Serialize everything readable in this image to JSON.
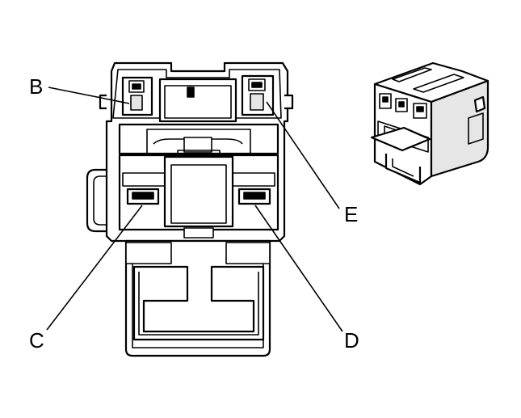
{
  "callouts": {
    "b": "B",
    "c": "C",
    "d": "D",
    "e": "E"
  },
  "colors": {
    "line": "#000000",
    "fill": "#ffffff",
    "shade": "#e6e6e6"
  }
}
